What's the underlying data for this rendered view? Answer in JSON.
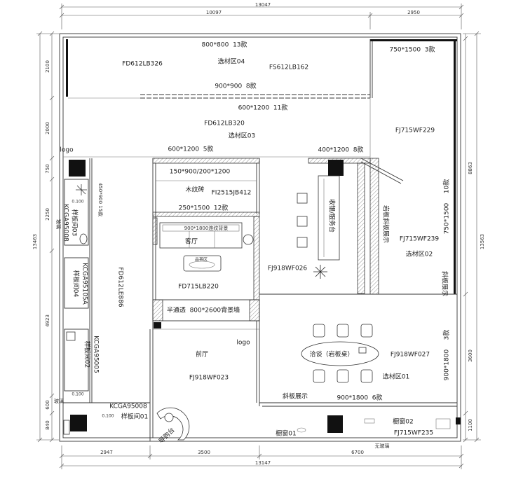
{
  "colors": {
    "line": "#333333",
    "column": "#111111",
    "text": "#222222"
  },
  "dimensions": {
    "top_total": "13047",
    "top_left": "10097",
    "top_right": "2950",
    "bottom_1": "2947",
    "bottom_2": "3500",
    "bottom_3": "6700",
    "bottom_total": "13147",
    "left_1": "2100",
    "left_2": "2000",
    "left_3": "750",
    "left_4": "2250",
    "left_5": "4923",
    "left_6": "600",
    "left_7": "840",
    "left_total": "13463",
    "right_1": "8863",
    "right_2": "3600",
    "right_3": "1100",
    "right_total": "13563"
  },
  "zone04": {
    "spec_top": "800*800  13款",
    "name": "选材区04",
    "code_left": "FD612LB326",
    "code_right": "FS612LB162",
    "spec_bottom": "900*900  8款"
  },
  "corner": {
    "spec": "750*1500  3款",
    "code": "FJ715WF229"
  },
  "zone03": {
    "spec": "600*1200  11款",
    "code": "FD612LB320",
    "name": "选材区03"
  },
  "center": {
    "spec_top": "600*1200  5款",
    "wood_spec": "150*900/200*1200",
    "wood_name": "木纹砖",
    "wood_code": "FI2515JB412",
    "spec_mid": "250*1500  12款",
    "background": "900*1800连纹背景",
    "living_room": "客厅",
    "tea_area": "品茶区",
    "floor_code": "FD715LB220",
    "feature_wall": "半通透  800*2600背景墙"
  },
  "service": {
    "spec": "400*1200  8款",
    "counter": "收银/服务台",
    "code": "FJ918WF026"
  },
  "zone02": {
    "slab_display": "岩板斜板展示",
    "code": "FJ715WF239",
    "name": "选材区02",
    "slant_display": "斜板展示",
    "spec": "750*1500",
    "count": "10款"
  },
  "left_wing": {
    "logo": "logo",
    "floor_code": "FD612LE886",
    "glass_side": "玻璃",
    "glass_bottom": "玻璃"
  },
  "sample03": {
    "code": "KCGA95008",
    "name": "样板间03",
    "spec": "450*900 15款",
    "level": "0.100"
  },
  "sample04": {
    "name": "样板间04",
    "code": "KCGA95105A"
  },
  "sample02": {
    "name": "样板间02",
    "code": "KCGA95005",
    "level": "0.100"
  },
  "sample01": {
    "code": "KCGA95008",
    "name": "样板间01",
    "level": "0.100"
  },
  "front_hall": {
    "logo": "logo",
    "name": "前厅",
    "code": "FJ918WF023",
    "guide_desk": "导购台"
  },
  "zone01": {
    "table": "洽谈（岩板桌）",
    "code": "FJ918WF027",
    "count": "3款",
    "spec": "900*1800",
    "name": "选材区01",
    "slant_display": "斜板展示",
    "spec_bottom": "900*1800  6款",
    "window_1": "橱窗01",
    "window_2": "橱窗02",
    "window_code": "FJ715WF235",
    "no_glass": "无玻璃"
  }
}
